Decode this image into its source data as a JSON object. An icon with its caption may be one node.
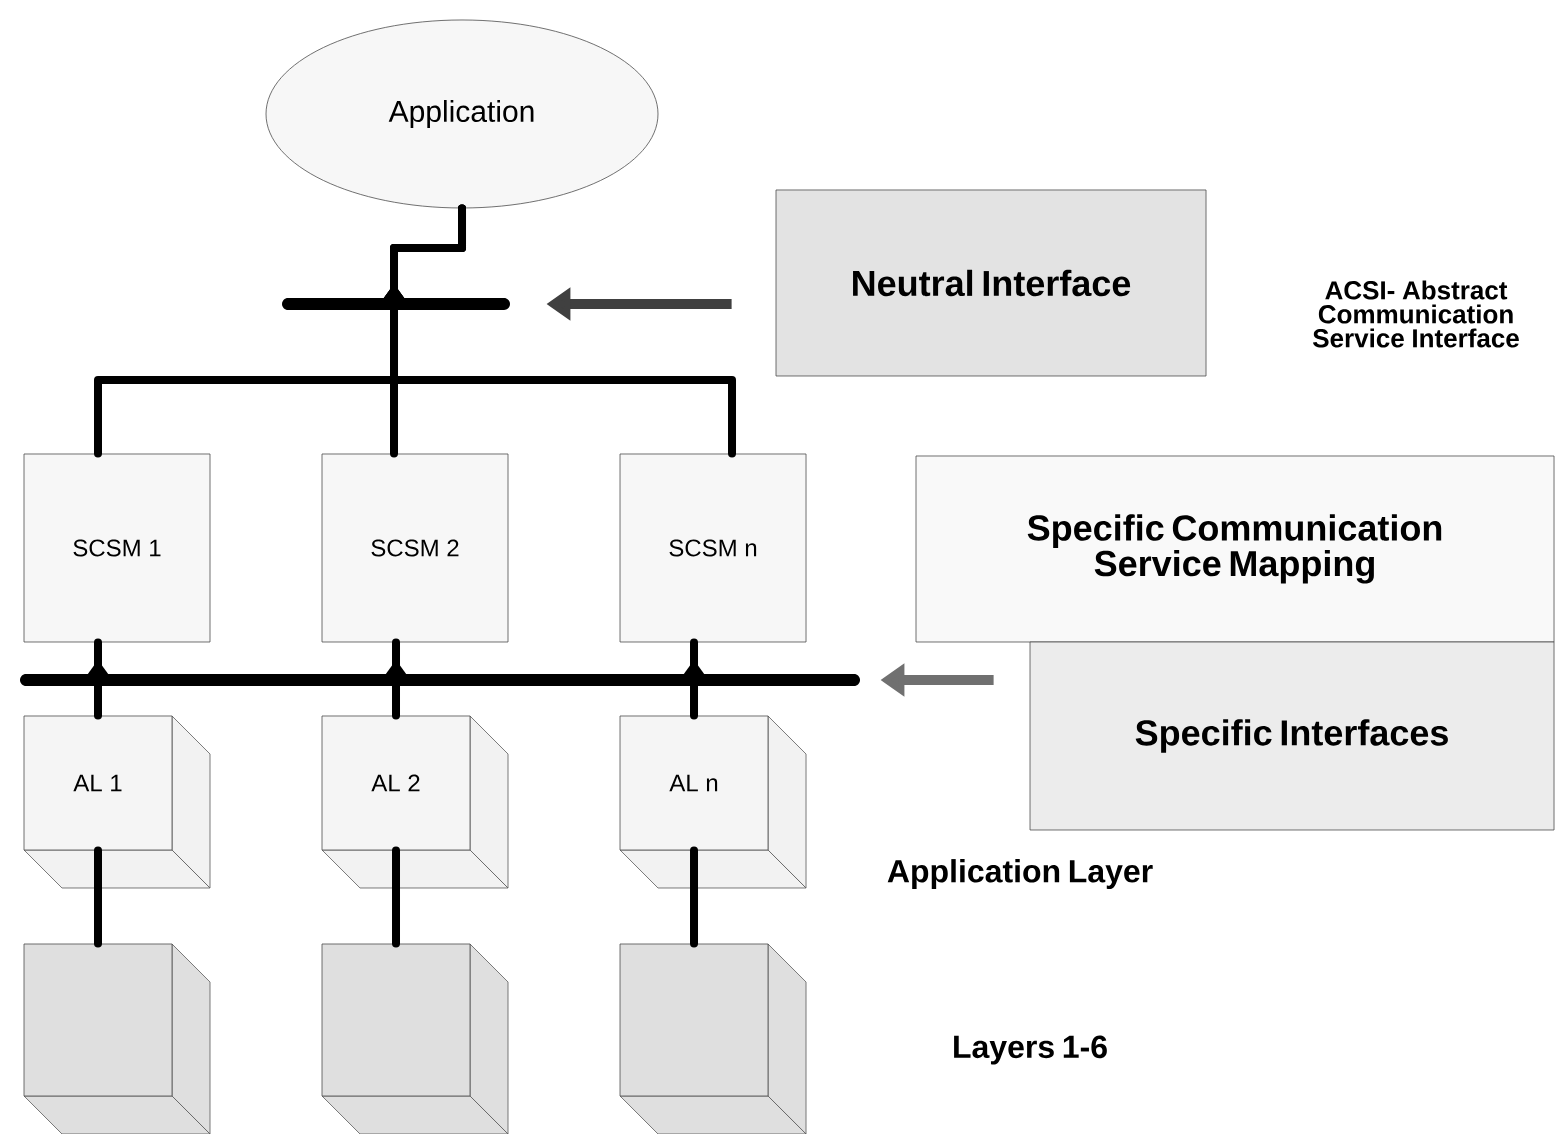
{
  "diagram": {
    "nodes": [
      {
        "text": [
          "Application"
        ]
      },
      {
        "text": [],
        "shape": "bar"
      },
      {
        "text": [
          "Neutral Interface"
        ]
      },
      {
        "text": [
          "SCSM 1"
        ]
      },
      {
        "text": [
          "SCSM 2"
        ]
      },
      {
        "text": [
          "SCSM n"
        ]
      },
      {
        "text": [
          "Specific Communication Service Mapping"
        ]
      },
      {
        "text": [],
        "shape": "bar"
      },
      {
        "text": [
          "Specific Interfaces"
        ]
      },
      {
        "text": [
          "AL 1"
        ]
      },
      {
        "text": [
          "AL 2"
        ]
      },
      {
        "text": [
          "AL n"
        ]
      },
      {
        "text": [],
        "shape": "cube"
      },
      {
        "text": [],
        "shape": "cube"
      },
      {
        "text": [],
        "shape": "cube"
      }
    ],
    "edges": [
      {
        "from": 3,
        "to": 0,
        "arrow": "to"
      },
      {
        "from": 4,
        "to": 0,
        "arrow": "to"
      },
      {
        "from": 5,
        "to": 0,
        "arrow": "to"
      },
      {
        "from": 2,
        "to": 1,
        "arrow": "to",
        "color": "#404040"
      },
      {
        "from": 8,
        "to": 7,
        "arrow": "to",
        "color": "#707070"
      },
      {
        "from": 9,
        "to": 3,
        "arrow": "to"
      },
      {
        "from": 10,
        "to": 4,
        "arrow": "to"
      },
      {
        "from": 11,
        "to": 5,
        "arrow": "to"
      },
      {
        "from": 9,
        "to": 12,
        "arrow": "none"
      },
      {
        "from": 10,
        "to": 13,
        "arrow": "none"
      },
      {
        "from": 11,
        "to": 14,
        "arrow": "none"
      }
    ],
    "labels": [
      "ACSI- Abstract Communication Service Interface",
      "Application Layer",
      "Layers 1-6"
    ]
  }
}
